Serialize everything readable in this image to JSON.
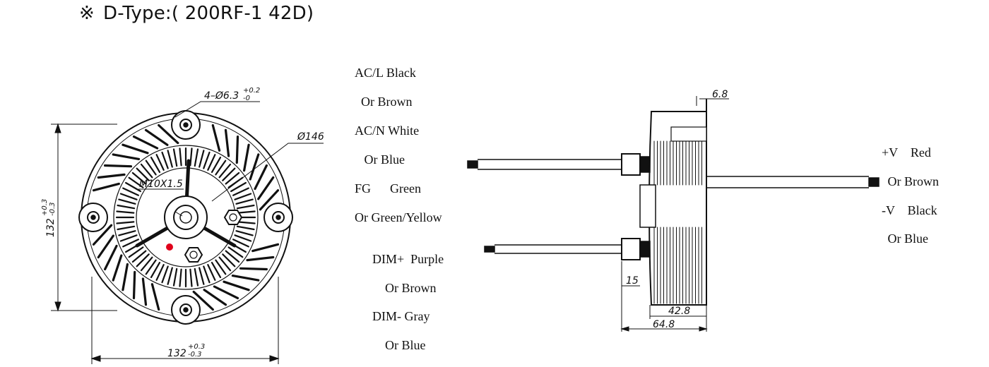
{
  "title": {
    "symbol": "※",
    "text": "D-Type:( 200RF-1 42D)"
  },
  "front_view": {
    "hole_spec": "4–Ø6.3",
    "hole_tol_plus": "+0.2",
    "hole_tol_minus": "-0",
    "diameter": "Ø146",
    "thread": "M10X1.5",
    "height_dim": "132",
    "height_tol_plus": "+0.3",
    "height_tol_minus": "-0.3",
    "width_dim": "132",
    "width_tol_plus": "+0.3",
    "width_tol_minus": "-0.3"
  },
  "input_wires": [
    "AC/L Black",
    "  Or Brown",
    "AC/N White",
    "   Or Blue",
    "FG      Green",
    "Or Green/Yellow"
  ],
  "dim_wires": [
    "DIM+  Purple",
    "    Or Brown",
    "DIM- Gray",
    "    Or Blue"
  ],
  "output_wires": [
    "+V    Red",
    " Or Brown",
    "-V    Black",
    " Or Blue"
  ],
  "side_view": {
    "flange": "6.8",
    "gland_offset": "15",
    "body_depth": "42.8",
    "overall_depth": "64.8"
  },
  "colors": {
    "line": "#111111",
    "marker": "#e0001b"
  }
}
